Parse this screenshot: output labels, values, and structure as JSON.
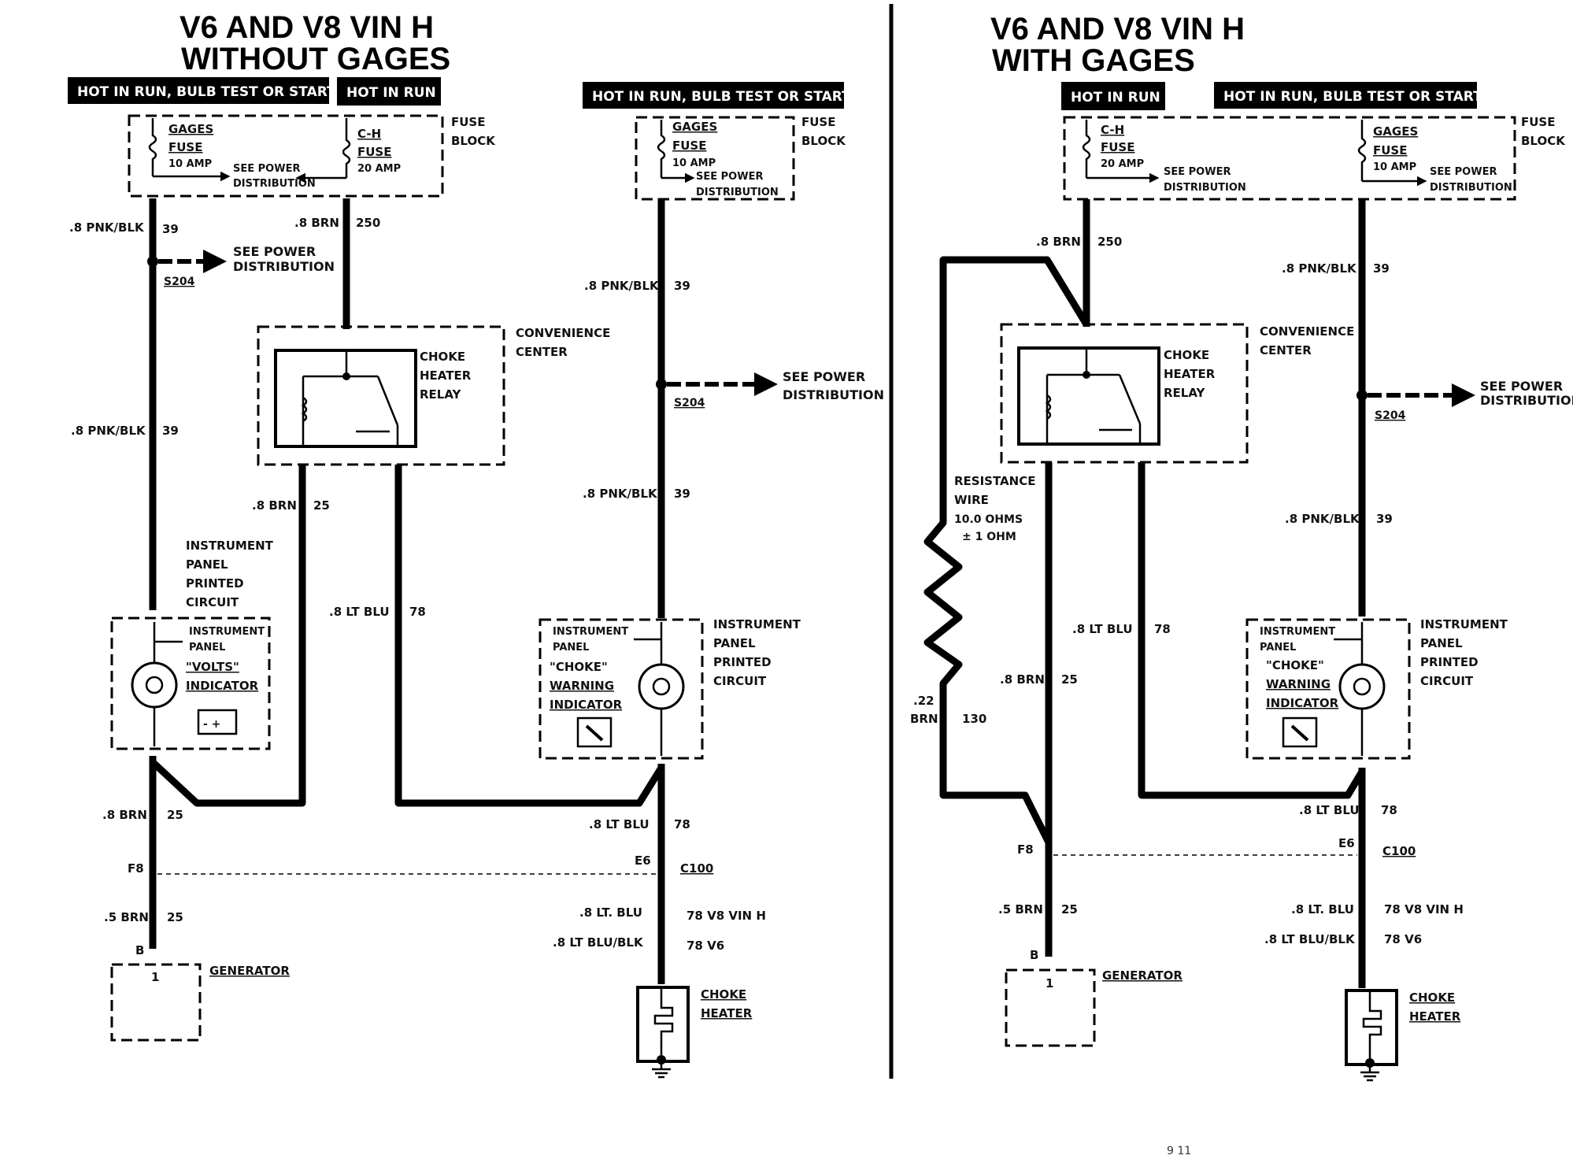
{
  "left": {
    "title_line1": "V6 AND V8 VIN H",
    "title_line2": "WITHOUT GAGES",
    "label_hot_run_bulb": "HOT IN RUN,  BULB TEST OR START",
    "label_hot_run": "HOT IN RUN",
    "label_hot_run_bulb_2": "HOT IN RUN,  BULB TEST OR START",
    "fuse_block_1": "FUSE",
    "fuse_block_2": "BLOCK",
    "gages_fuse_1": "GAGES",
    "gages_fuse_2": "FUSE",
    "gages_fuse_amp": "10 AMP",
    "see_power_1": "SEE POWER",
    "see_power_2": "DISTRIBUTION",
    "ch_fuse_1": "C-H",
    "ch_fuse_2": "FUSE",
    "ch_fuse_amp": "20 AMP",
    "fuse_block_b1": "FUSE",
    "fuse_block_b2": "BLOCK",
    "gages_b1": "GAGES",
    "gages_b2": "FUSE",
    "gages_b_amp": "10 AMP",
    "see_power_b1": "SEE POWER",
    "see_power_b2": "DISTRIBUTION",
    "w_pnk_blk_top": ".8 PNK/BLK",
    "c_39_top": "39",
    "w_brn_top": ".8 BRN",
    "c_250": "250",
    "see_power_s1": "SEE POWER",
    "see_power_s2": "DISTRIBUTION",
    "s204": "S204",
    "conv_1": "CONVENIENCE",
    "conv_2": "CENTER",
    "relay_1": "CHOKE",
    "relay_2": "HEATER",
    "relay_3": "RELAY",
    "w_pnk_blk_mid": ".8 PNK/BLK",
    "c_39_mid": "39",
    "w_pnk_blk_r1": ".8 PNK/BLK",
    "c_39_r1": "39",
    "see_power_r1": "SEE POWER",
    "see_power_r2": "DISTRIBUTION",
    "s204_r": "S204",
    "w_pnk_blk_r2": ".8 PNK/BLK",
    "c_39_r2": "39",
    "w_brn_25": ".8 BRN",
    "c_25": "25",
    "ipc_1": "INSTRUMENT",
    "ipc_2": "PANEL",
    "ipc_3": "PRINTED",
    "ipc_4": "CIRCUIT",
    "w_ltblu_78": ".8 LT BLU",
    "c_78": "78",
    "ip_volts_1": "INSTRUMENT",
    "ip_volts_2": "PANEL",
    "volts_1": "\"VOLTS\"",
    "volts_2": "INDICATOR",
    "ip_choke_1": "INSTRUMENT",
    "ip_choke_2": "PANEL",
    "choke_w1": "\"CHOKE\"",
    "choke_w2": "WARNING",
    "choke_w3": "INDICATOR",
    "ipc_r1": "INSTRUMENT",
    "ipc_r2": "PANEL",
    "ipc_r3": "PRINTED",
    "ipc_r4": "CIRCUIT",
    "w_brn_bottom": ".8 BRN",
    "c_25_bottom": "25",
    "w_ltblu_bottom": ".8 LT BLU",
    "c_78_bottom": "78",
    "f8": "F8",
    "e6": "E6",
    "c100": "C100",
    "w_5brn": ".5 BRN",
    "c_25_gen": "25",
    "pin_b": "B",
    "gen_pin": "1",
    "generator": "GENERATOR",
    "w_ltblu_dot": ".8 LT. BLU",
    "c_78_v8": "78 V8 VIN H",
    "w_ltblu_blk": ".8 LT BLU/BLK",
    "c_78_v6": "78 V6",
    "choke_heater_1": "CHOKE",
    "choke_heater_2": "HEATER"
  },
  "right": {
    "title_line1": "V6 AND V8 VIN H",
    "title_line2": "WITH GAGES",
    "label_hot_run": "HOT IN RUN",
    "label_hot_run_bulb": "HOT IN RUN,  BULB TEST OR START",
    "fuse_block_1": "FUSE",
    "fuse_block_2": "BLOCK",
    "ch_fuse_1": "C-H",
    "ch_fuse_2": "FUSE",
    "ch_fuse_amp": "20 AMP",
    "see_power_1": "SEE POWER",
    "see_power_2": "DISTRIBUTION",
    "gages_1": "GAGES",
    "gages_2": "FUSE",
    "gages_amp": "10 AMP",
    "see_power_g1": "SEE POWER",
    "see_power_g2": "DISTRIBUTION",
    "w_brn_top": ".8 BRN",
    "c_250": "250",
    "w_pnk_blk_top": ".8 PNK/BLK",
    "c_39_top": "39",
    "conv_1": "CONVENIENCE",
    "conv_2": "CENTER",
    "relay_1": "CHOKE",
    "relay_2": "HEATER",
    "relay_3": "RELAY",
    "see_power_s1": "SEE POWER",
    "see_power_s2": "DISTRIBUTION",
    "s204": "S204",
    "res_1": "RESISTANCE",
    "res_2": "WIRE",
    "res_3": "10.0 OHMS",
    "res_4": "± 1 OHM",
    "w_pnk_blk_mid": ".8 PNK/BLK",
    "c_39_mid": "39",
    "w_ltblu_78": ".8 LT BLU",
    "c_78": "78",
    "ip_choke_1": "INSTRUMENT",
    "ip_choke_2": "PANEL",
    "choke_w1": "\"CHOKE\"",
    "choke_w2": "WARNING",
    "choke_w3": "INDICATOR",
    "ipc_1": "INSTRUMENT",
    "ipc_2": "PANEL",
    "ipc_3": "PRINTED",
    "ipc_4": "CIRCUIT",
    "w_brn_25": ".8 BRN",
    "c_25": "25",
    "w_22": ".22",
    "w_22_brn": "BRN",
    "c_130": "130",
    "w_ltblu_bottom": ".8 LT BLU",
    "c_78_bottom": "78",
    "f8": "F8",
    "e6": "E6",
    "c100": "C100",
    "w_5brn": ".5 BRN",
    "c_25_gen": "25",
    "pin_b": "B",
    "gen_pin": "1",
    "generator": "GENERATOR",
    "w_ltblu_dot": ".8 LT. BLU",
    "c_78_v8": "78 V8 VIN H",
    "w_ltblu_blk": ".8 LT BLU/BLK",
    "c_78_v6": "78 V6",
    "choke_heater_1": "CHOKE",
    "choke_heater_2": "HEATER"
  },
  "page_marks": {
    "bottom_note": "9 11"
  }
}
